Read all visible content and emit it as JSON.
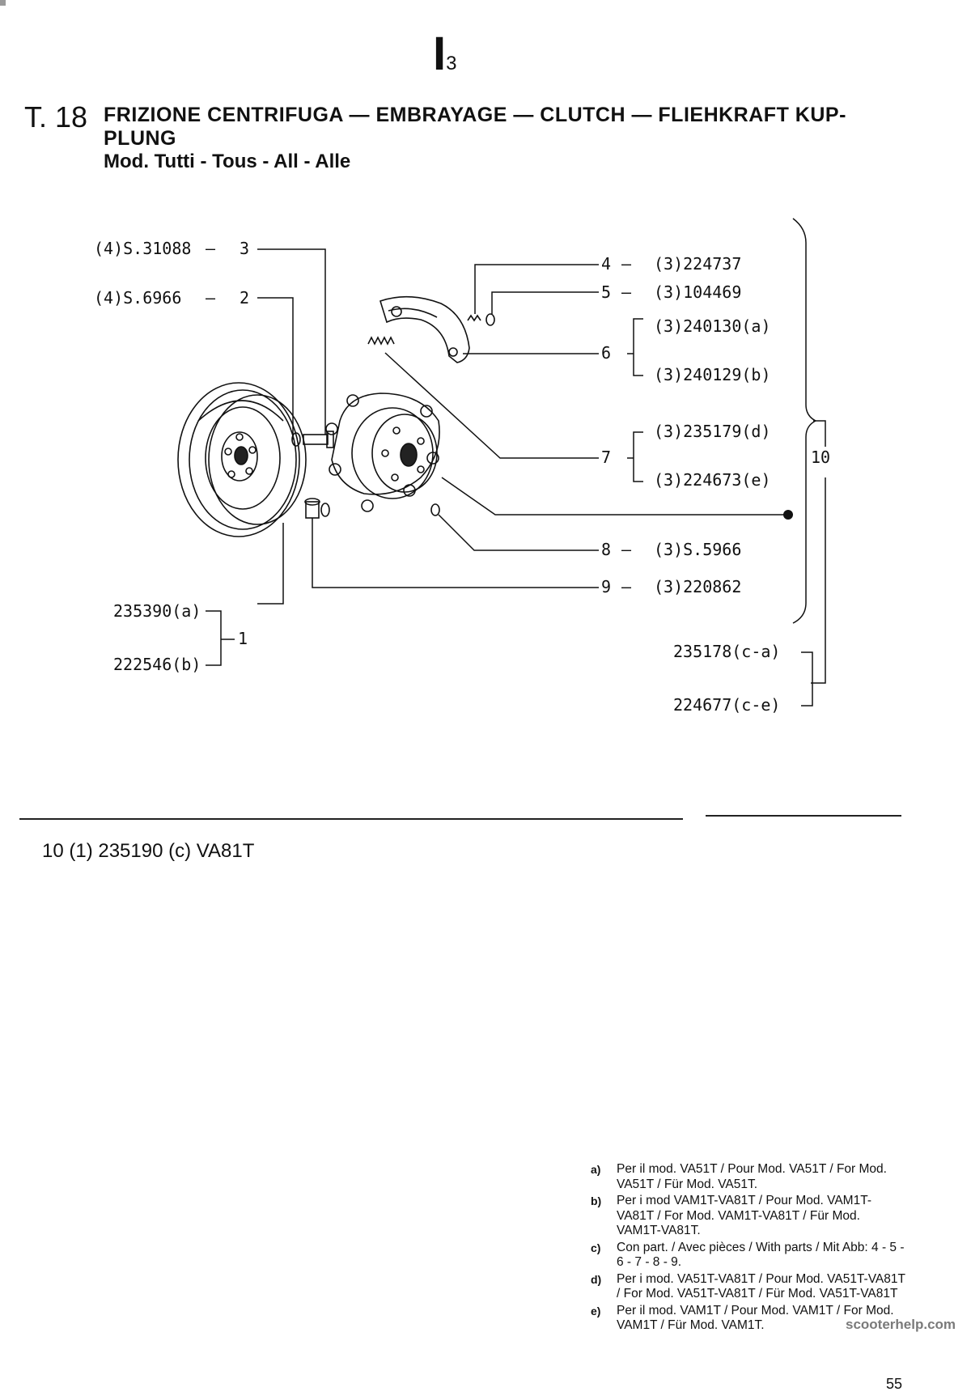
{
  "header": {
    "section_code": "I",
    "section_sub": "3",
    "table_no": "T. 18",
    "title": "FRIZIONE CENTRIFUGA — EMBRAYAGE — CLUTCH — FLIEHKRAFT KUP-PLUNG",
    "subtitle": "Mod. Tutti - Tous - All - Alle"
  },
  "parts": {
    "p3": {
      "code": "(4)S.31088",
      "ref": "3"
    },
    "p2": {
      "code": "(4)S.6966",
      "ref": "2"
    },
    "p4": {
      "ref": "4",
      "code": "(3)224737"
    },
    "p5": {
      "ref": "5",
      "code": "(3)104469"
    },
    "p6": {
      "ref": "6",
      "code_a": "(3)240130(a)",
      "code_b": "(3)240129(b)"
    },
    "p7": {
      "ref": "7",
      "code_d": "(3)235179(d)",
      "code_e": "(3)224673(e)"
    },
    "p8": {
      "ref": "8",
      "code": "(3)S.5966"
    },
    "p9": {
      "ref": "9",
      "code": "(3)220862"
    },
    "p10": {
      "ref": "10",
      "code_ca": "235178(c-a)",
      "code_ce": "224677(c-e)"
    },
    "p1": {
      "ref": "1",
      "code_a": "235390(a)",
      "code_b": "222546(b)"
    }
  },
  "variant_note": "10 (1) 235190 (c) VA81T",
  "notes": [
    {
      "key": "a)",
      "text": "Per il mod. VA51T / Pour Mod. VA51T / For Mod. VA51T / Für Mod. VA51T."
    },
    {
      "key": "b)",
      "text": "Per i mod VAM1T-VA81T / Pour Mod. VAM1T-VA81T / For Mod. VAM1T-VA81T / Für Mod. VAM1T-VA81T."
    },
    {
      "key": "c)",
      "text": "Con part. / Avec pièces / With parts / Mit Abb: 4 - 5 - 6 - 7 - 8 - 9."
    },
    {
      "key": "d)",
      "text": "Per i mod. VA51T-VA81T / Pour Mod. VA51T-VA81T / For Mod. VA51T-VA81T / Für Mod. VA51T-VA81T"
    },
    {
      "key": "e)",
      "text": "Per il mod. VAM1T / Pour Mod. VAM1T / For Mod. VAM1T / Für Mod. VAM1T."
    }
  ],
  "watermark": "scooterhelp.com",
  "page_number": "55"
}
